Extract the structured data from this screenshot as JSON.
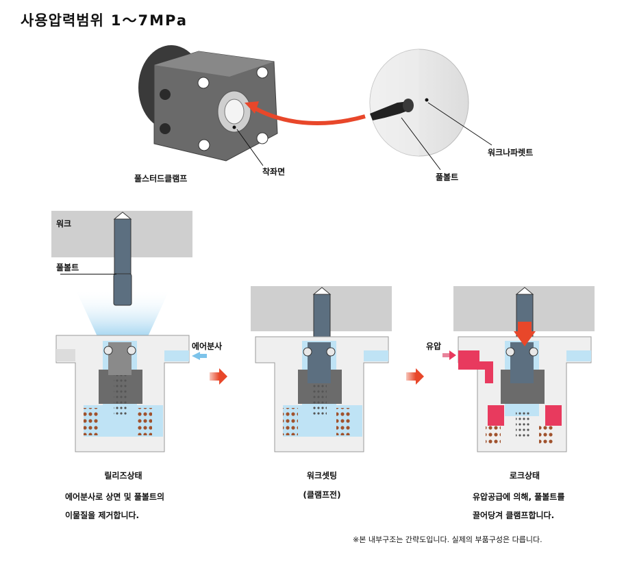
{
  "title": {
    "text": "사용압력범위",
    "range": "1～7MPa"
  },
  "top_labels": {
    "clamp": "풀스터드클램프",
    "seat": "착좌면",
    "pallet": "워크나파렛트",
    "bolt": "풀볼트"
  },
  "stage1": {
    "work_label": "워크",
    "bolt_label": "풀볼트",
    "air_label": "에어분사",
    "caption": "릴리즈상태",
    "desc_line1": "에어분사로 상면 및 풀볼트의",
    "desc_line2": "이물질을 제거합니다."
  },
  "stage2": {
    "caption": "워크셋팅",
    "subcaption": "(클램프전)"
  },
  "stage3": {
    "oil_label": "유압",
    "caption": "로크상태",
    "desc_line1": "유압공급에 의해, 풀볼트를",
    "desc_line2": "끌어당겨 클램프합니다."
  },
  "footnote": "※본 내부구조는 간략도입니다. 실제의 부품구성은 다릅니다.",
  "colors": {
    "body": "#efefef",
    "body_stroke": "#9a9a9a",
    "work": "#cfcfcf",
    "bolt": "#5c6f80",
    "steel": "#6b6b6b",
    "air": "#bfe3f5",
    "oil": "#e83a5e",
    "arrow": "#e8472a",
    "spring": "#a0522d"
  }
}
